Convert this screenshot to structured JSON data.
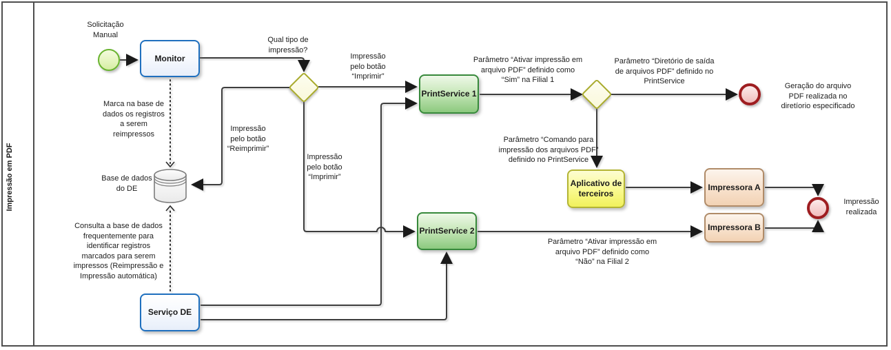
{
  "diagram": {
    "lane_title": "Impressão em PDF",
    "nodes": {
      "start_event": "Solicitação\nManual",
      "monitor": "Monitor",
      "database": "Base de dados\ndo DE",
      "servico_de": "Serviço DE",
      "printservice1": "PrintService 1",
      "printservice2": "PrintService 2",
      "aplicativo_terceiros": "Aplicativo de\nterceiros",
      "impressora_a": "Impressora A",
      "impressora_b": "Impressora B"
    },
    "labels": {
      "qual_tipo": "Qual tipo de\nimpressão?",
      "imprimir_top": "Impressão\npelo botão\n“Imprimir”",
      "imprimir_bottom": "Impressão\npelo botão\n“Imprimir”",
      "reimprimir": "Impressão\npelo botão\n“Reimprimir”",
      "marca": "Marca na base de\ndados os registros\na serem\nreimpressos",
      "consulta": "Consulta a base de dados\nfrequentemente para\nidentificar registros\nmarcados para serem\nimpressos (Reimpressão e\nImpressão automática)",
      "param_sim": "Parâmetro “Ativar impressão em\narquivo PDF” definido como\n“Sim” na Filial 1",
      "param_diretorio": "Parâmetro “Diretório de saída\nde arquivos PDF” definido no\nPrintService",
      "param_comando": "Parâmetro “Comando para\nimpressão dos arquivos PDF”\ndefinido no PrintService",
      "param_nao": "Parâmetro “Ativar impressão em\narquivo PDF” definido como\n“Não” na Filial 2",
      "geracao_pdf": "Geração do arquivo\nPDF realizada no\ndiretíorio especificado",
      "impressao_realizada": "Impressão\nrealizada"
    },
    "colors": {
      "task_blue_border": "#1e6fbe",
      "task_green_border": "#37893b",
      "task_yellow_border": "#b3b434",
      "task_peach_border": "#b08b68",
      "gateway_border": "#a9ab2c",
      "start_event_border": "#69b42f",
      "end_event_border": "#9e1d20",
      "connector": "#3d3d3d"
    }
  }
}
